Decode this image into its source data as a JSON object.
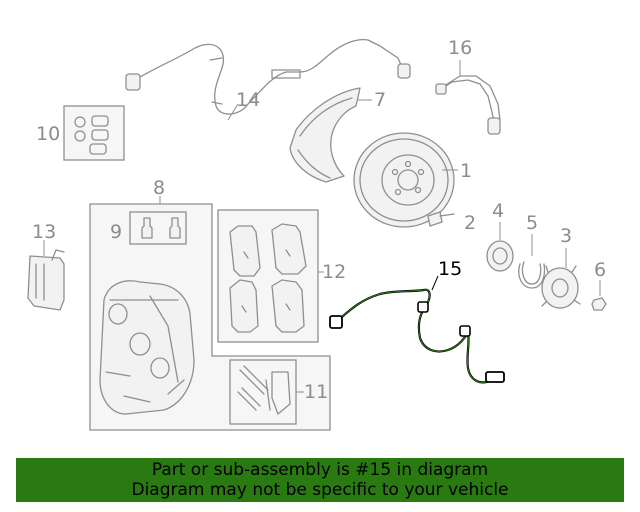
{
  "callouts": {
    "c1": "1",
    "c2": "2",
    "c3": "3",
    "c4": "4",
    "c5": "5",
    "c6": "6",
    "c7": "7",
    "c8": "8",
    "c9": "9",
    "c10": "10",
    "c11": "11",
    "c12": "12",
    "c13": "13",
    "c14": "14",
    "c15": "15",
    "c16": "16"
  },
  "highlight": {
    "part_number": "15",
    "color": "#2a7a12"
  },
  "banner": {
    "line1": "Part or sub-assembly is #15 in diagram",
    "line2": "Diagram may not be specific to your vehicle",
    "background": "#2a7a12"
  }
}
